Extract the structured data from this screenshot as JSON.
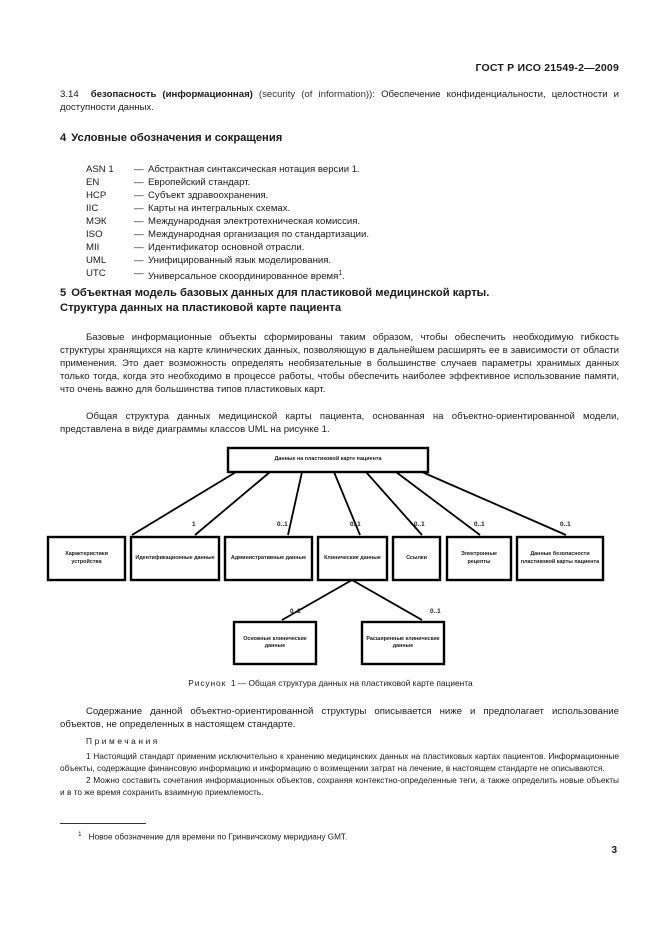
{
  "header": {
    "standard_code": "ГОСТ Р ИСО 21549-2—2009"
  },
  "term": {
    "number": "3.14",
    "term_ru": "безопасность (информационная)",
    "term_en": "(security (of information)):",
    "definition": "Обеспечение конфиденциальности, целостности и доступности данных."
  },
  "section4": {
    "number": "4",
    "title": "Условные обозначения и сокращения",
    "abbreviations": [
      {
        "key": "ASN 1",
        "dash": "—",
        "value": "Абстрактная синтаксическая нотация версии 1."
      },
      {
        "key": "EN",
        "dash": "—",
        "value": "Европейский стандарт."
      },
      {
        "key": "HCP",
        "dash": "—",
        "value": "Субъект здравоохранения."
      },
      {
        "key": "IIC",
        "dash": "—",
        "value": "Карты на интегральных схемах."
      },
      {
        "key": "МЭК",
        "dash": "—",
        "value": "Международная электротехническая комиссия."
      },
      {
        "key": "ISO",
        "dash": "—",
        "value": "Международная организация по стандартизации."
      },
      {
        "key": "MII",
        "dash": "—",
        "value": "Идентификатор основной отрасли."
      },
      {
        "key": "UML",
        "dash": "—",
        "value": "Унифицированный язык моделирования."
      },
      {
        "key": "UTC",
        "dash": "—",
        "value": "Универсальное скоординированное время",
        "footnote_marker": "1",
        "value_tail": "."
      }
    ]
  },
  "section5": {
    "number": "5",
    "title_line1": "Объектная модель базовых данных для пластиковой медицинской карты.",
    "title_line2": "Структура данных на пластиковой карте пациента",
    "paragraph1": "Базовые информационные объекты сформированы таким образом, чтобы обеспечить необходимую гибкость структуры хранящихся на карте клинических данных, позволяющую в дальнейшем расширять ее в зависимости от области применения. Это дает возможность определять необязательные в большинстве случаев параметры хранимых данных только тогда, когда это необходимо в процессе работы, чтобы обеспечить наиболее эффективное использование памяти, что очень важно для большинства типов пластиковых карт.",
    "paragraph2": "Общая структура данных медицинской карты пациента, основанная на объектно-ориентированной модели, представлена в виде диаграммы классов UML на рисунке 1.",
    "paragraph3": "Содержание данной объектно-ориентированной структуры описывается ниже и предполагает использование объектов, не определенных в настоящем стандарте."
  },
  "figure": {
    "caption_label": "Рисунок",
    "caption_number": "1",
    "caption_dash": "—",
    "caption_text": "Общая структура данных на пластиковой карте пациента",
    "root": {
      "label": "Данные на пластиковой карте пациента"
    },
    "children": [
      {
        "label": "Характеристики устройства",
        "multiplicity": ""
      },
      {
        "label": "Идентификационные данные",
        "multiplicity": "1"
      },
      {
        "label": "Административные данные",
        "multiplicity": "0..1"
      },
      {
        "label": "Клинические данные",
        "multiplicity": "0..1"
      },
      {
        "label": "Ссылки",
        "multiplicity": "0..1"
      },
      {
        "label": "Электронные рецепты",
        "multiplicity": "0..1"
      },
      {
        "label": "Данные безопасности пластиковой карты пациента",
        "multiplicity": "0..1"
      }
    ],
    "grandchildren": [
      {
        "label": "Основные клинические данные",
        "multiplicity": "0..1"
      },
      {
        "label": "Расширенные клинические данные",
        "multiplicity": "0..1"
      }
    ]
  },
  "notes": {
    "title": "Примечания",
    "items": [
      "1  Настоящий стандарт применим исключительно к хранению медицинских данных на пластиковых картах пациентов. Информационные объекты, содержащие финансовую информацию и информацию о возмещении затрат на лечение, в настоящем стандарте не описываются.",
      "2  Можно составить сочетания информационных объектов, сохраняя контекстно-определенные теги, а также определить новые объекты и в то же время сохранить взаимную приемлемость."
    ]
  },
  "footnote": {
    "marker": "1",
    "text": "Новое обозначение для времени по Гринвичскому меридиану GMT."
  },
  "page_number": "3"
}
